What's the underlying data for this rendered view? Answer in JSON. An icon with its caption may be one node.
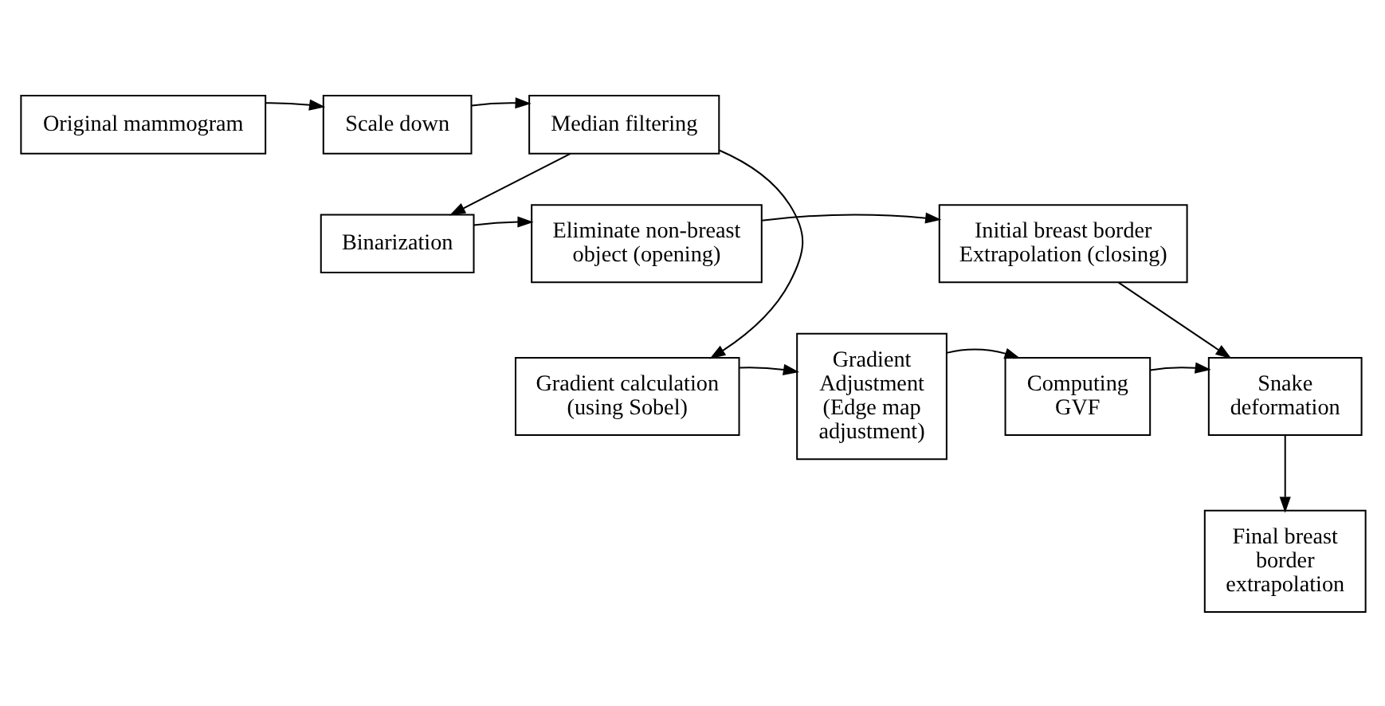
{
  "diagram": {
    "nodes": [
      {
        "text": [
          "Original mammogram"
        ]
      },
      {
        "text": [
          "Scale down"
        ]
      },
      {
        "text": [
          "Median filtering"
        ]
      },
      {
        "text": [
          "Initial breast border Extrapolation (closing)"
        ]
      },
      {
        "text": [
          "Eliminate non-breast object (opening)"
        ]
      },
      {
        "text": [
          "Binarization"
        ]
      },
      {
        "text": [
          "Snake deformation"
        ]
      },
      {
        "text": [
          "Computing GVF"
        ]
      },
      {
        "text": [
          "Gradient Adjustment (Edge map adjustment)"
        ]
      },
      {
        "text": [
          "Gradient calculation (using Sobel)"
        ]
      },
      {
        "text": [
          "Final breast border extrapolation"
        ]
      }
    ],
    "edges": [
      {
        "from": 0,
        "to": 1,
        "arrow": "to"
      },
      {
        "from": 1,
        "to": 2,
        "arrow": "to"
      },
      {
        "from": 2,
        "to": 5,
        "arrow": "to"
      },
      {
        "from": 2,
        "to": 9,
        "arrow": "to"
      },
      {
        "from": 5,
        "to": 4,
        "arrow": "to"
      },
      {
        "from": 4,
        "to": 3,
        "arrow": "to"
      },
      {
        "from": 3,
        "to": 6,
        "arrow": "to"
      },
      {
        "from": 9,
        "to": 8,
        "arrow": "to"
      },
      {
        "from": 8,
        "to": 7,
        "arrow": "to"
      },
      {
        "from": 7,
        "to": 6,
        "arrow": "to"
      },
      {
        "from": 6,
        "to": 10,
        "arrow": "to"
      }
    ]
  }
}
